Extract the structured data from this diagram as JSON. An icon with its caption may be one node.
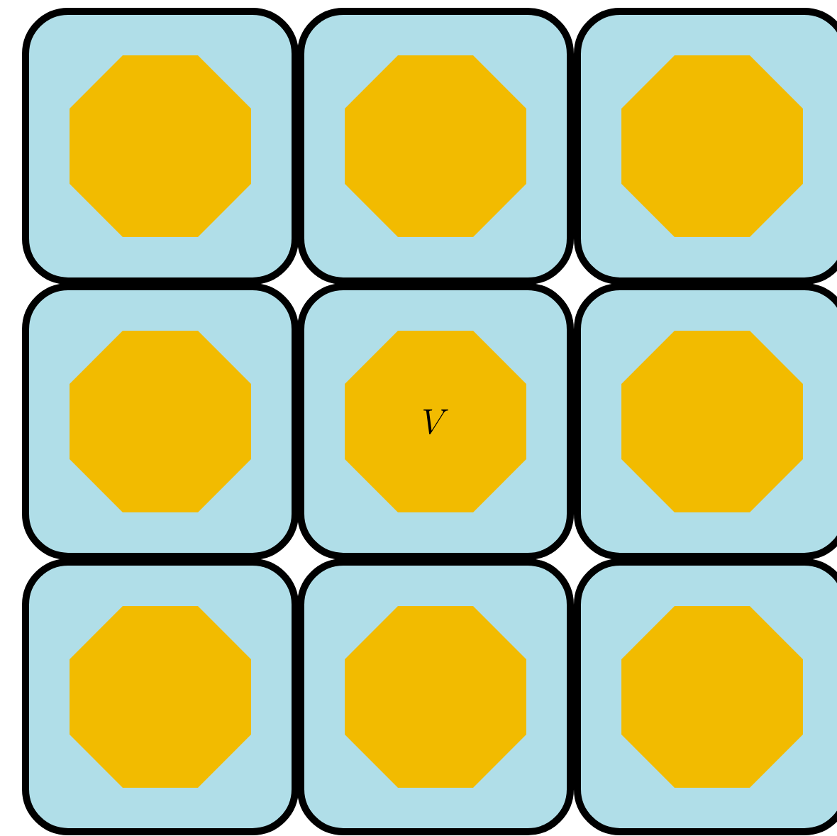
{
  "diagram": {
    "nodes": [
      {
        "text": [],
        "shape": "box"
      },
      {
        "text": [],
        "shape": "octagon",
        "in": 0
      },
      {
        "text": [],
        "shape": "box"
      },
      {
        "text": [],
        "shape": "octagon",
        "in": 2
      },
      {
        "text": [],
        "shape": "box"
      },
      {
        "text": [],
        "shape": "octagon",
        "in": 4
      },
      {
        "text": [],
        "shape": "box"
      },
      {
        "text": [],
        "shape": "octagon",
        "in": 6
      },
      {
        "text": [],
        "shape": "box"
      },
      {
        "text": [
          "V"
        ],
        "in": 8
      },
      {
        "text": [],
        "shape": "box"
      },
      {
        "text": [],
        "shape": "octagon",
        "in": 10
      },
      {
        "text": [],
        "shape": "box"
      },
      {
        "text": [],
        "shape": "octagon",
        "in": 12
      },
      {
        "text": [],
        "shape": "box"
      },
      {
        "text": [],
        "shape": "octagon",
        "in": 14
      },
      {
        "text": [],
        "shape": "box"
      },
      {
        "text": [],
        "shape": "octagon",
        "in": 16
      }
    ]
  }
}
